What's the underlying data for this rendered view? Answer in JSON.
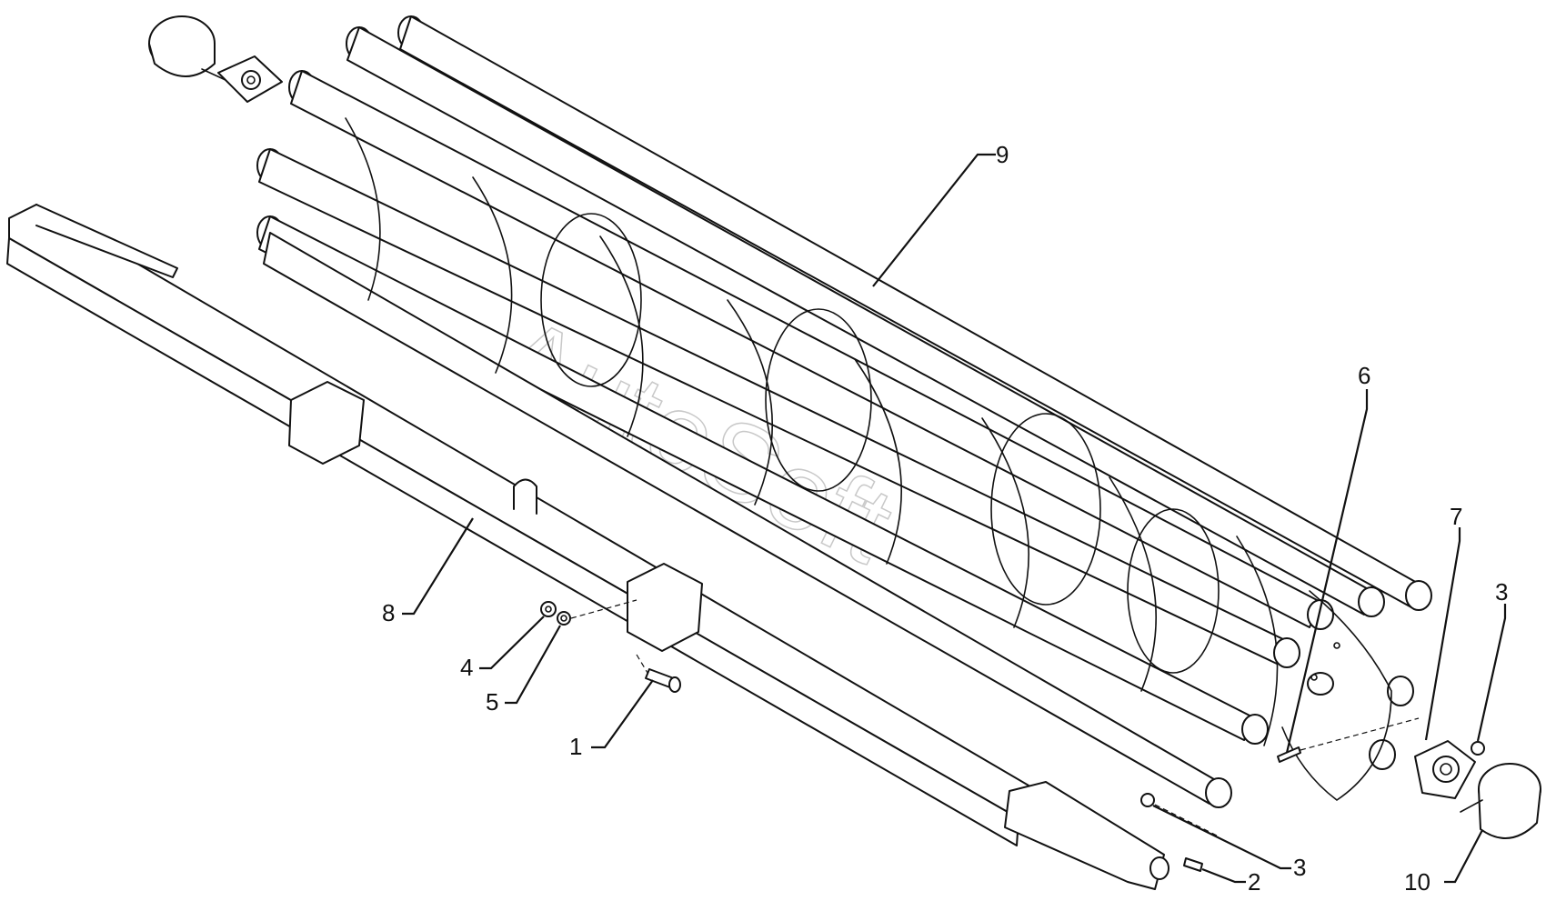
{
  "watermark": "AutoSoft",
  "callouts": [
    "9",
    "6",
    "7",
    "3",
    "8",
    "4",
    "5",
    "1",
    "3",
    "2",
    "10"
  ]
}
